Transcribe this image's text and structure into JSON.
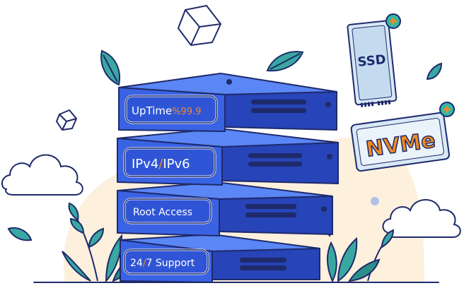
{
  "server": {
    "uptime_label": "UpTime",
    "uptime_value": "%99.9",
    "ipv4": "IPv4",
    "slash": "/",
    "ipv6": "IPv6",
    "root_access": "Root Access",
    "support_24": "24",
    "support_7": "7 Support"
  },
  "badges": {
    "ssd": "SSD",
    "nvme": "NVMe"
  },
  "colors": {
    "outline": "#1e2a6b",
    "server_blue": "#3a63e4",
    "server_light": "#5b86f5",
    "server_dark": "#2744b8",
    "label_panel": "#2f55d6",
    "accent_orange": "#f08a24",
    "badge_bg": "#d8e8f5",
    "leaf_teal": "#3aa7a2",
    "plus_badge": "#2fb8a8",
    "background_blob": "#fdf0dd"
  },
  "icons": [
    "cube-icon",
    "leaf-icon",
    "cloud-icon",
    "plus-icon",
    "plant-icon"
  ]
}
